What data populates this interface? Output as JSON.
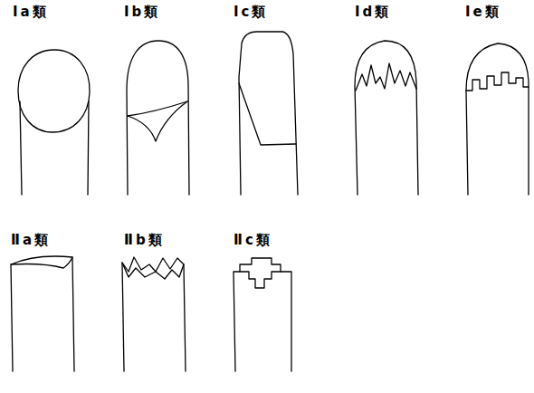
{
  "diagram": {
    "labels": [
      "Ⅰa類",
      "Ⅰb類",
      "Ⅰc類",
      "Ⅰd類",
      "Ⅰe類",
      "Ⅱa類",
      "Ⅱb類",
      "Ⅱc類"
    ]
  }
}
